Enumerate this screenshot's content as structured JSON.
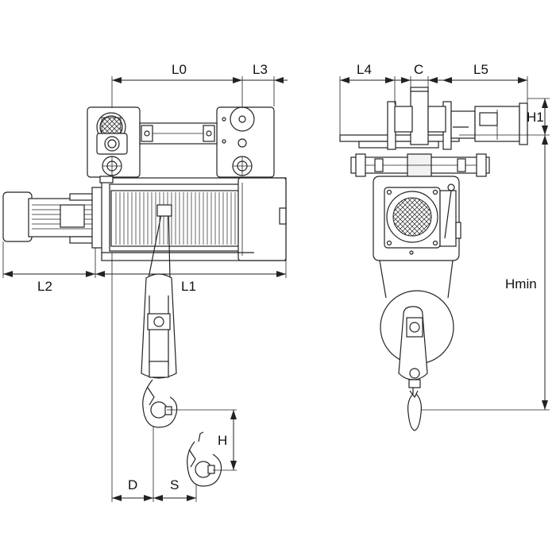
{
  "dimension_labels": {
    "L0": "L0",
    "L1": "L1",
    "L2": "L2",
    "L3": "L3",
    "L4": "L4",
    "L5": "L5",
    "C": "C",
    "H1": "H1",
    "Hmin": "Hmin",
    "H": "H",
    "D": "D",
    "S": "S"
  },
  "colors": {
    "line": "#222222",
    "background": "#ffffff"
  }
}
